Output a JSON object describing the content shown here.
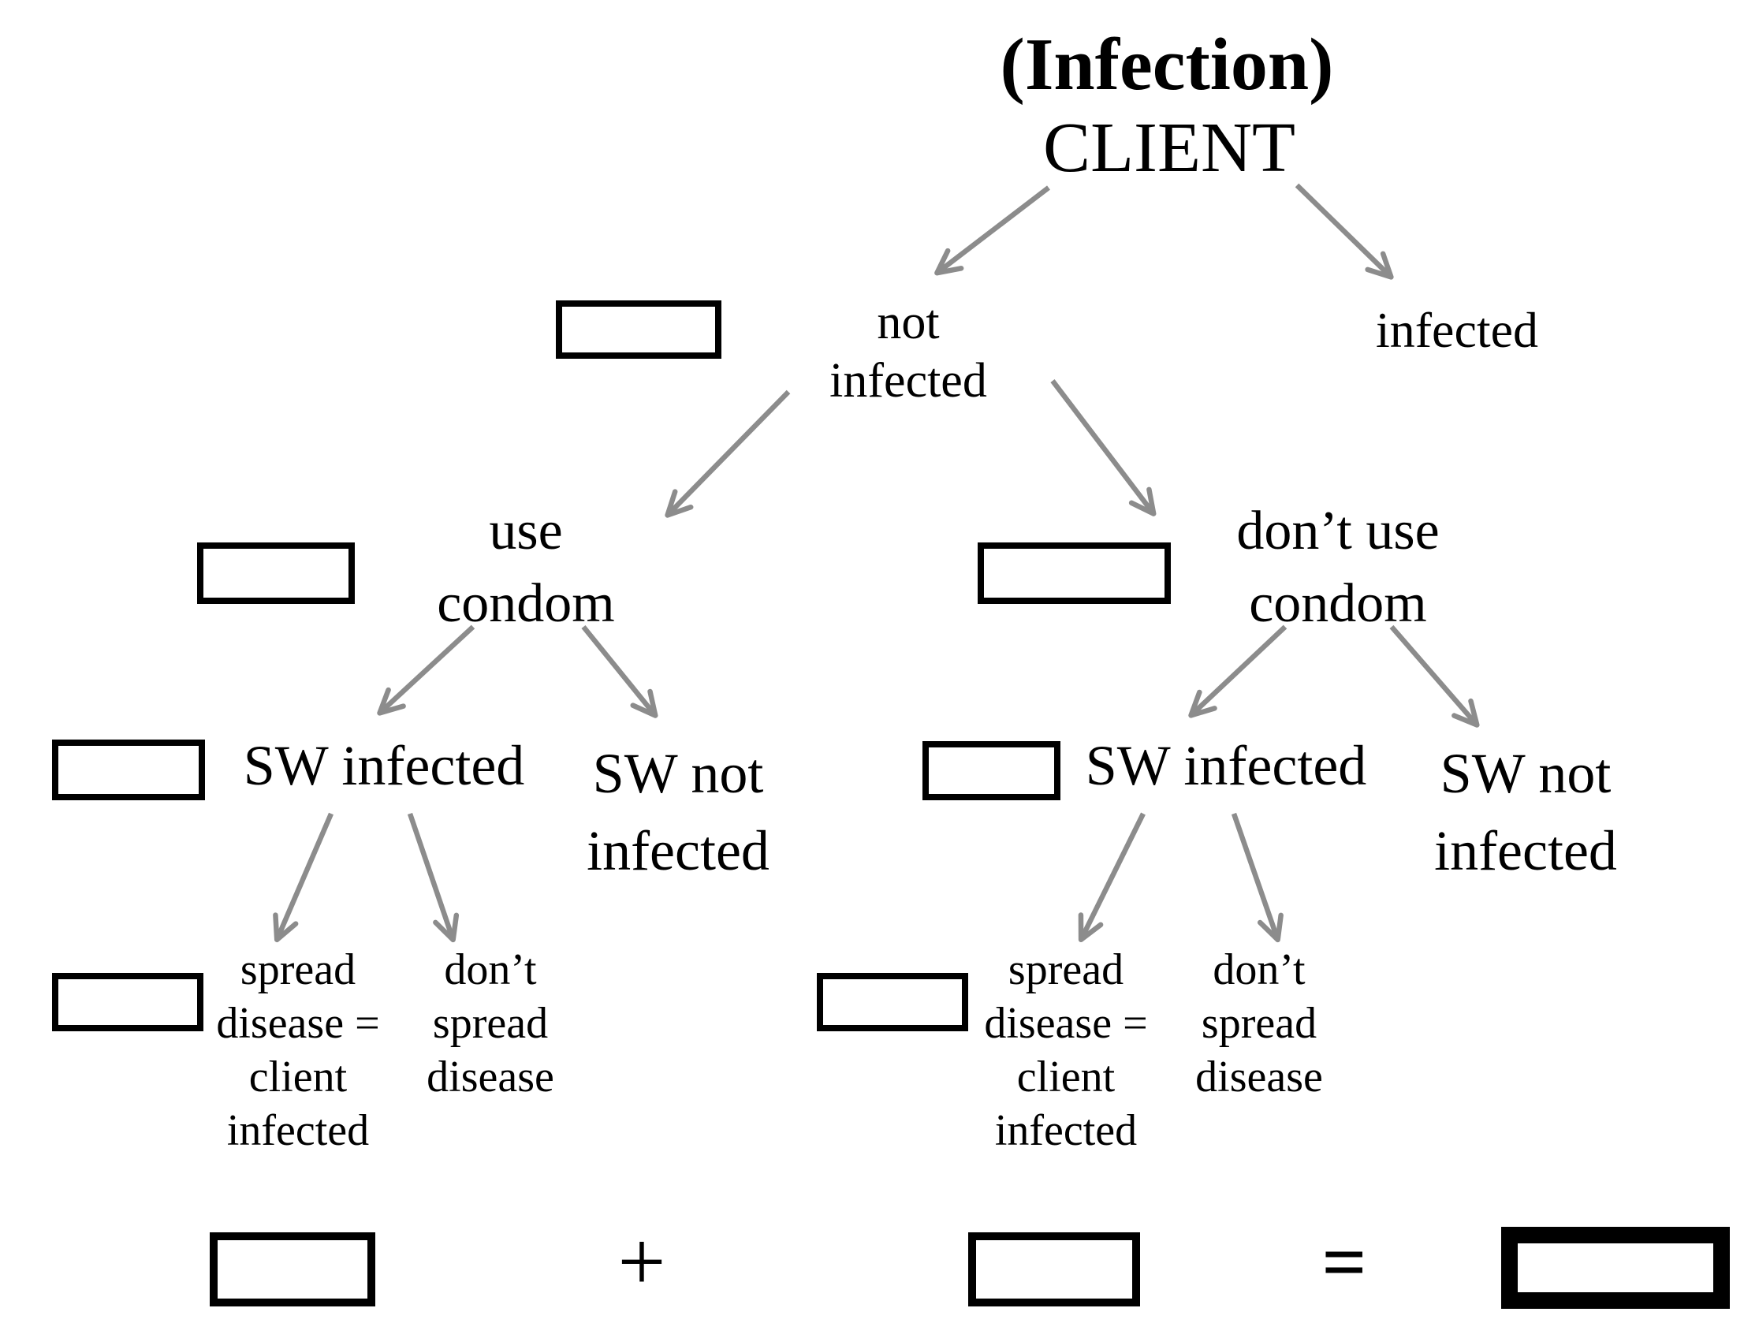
{
  "diagram_title": "(Infection)",
  "colors": {
    "background": "#ffffff",
    "text": "#000000",
    "arrow": "#8c8c8c",
    "box_border": "#000000"
  },
  "nodes": {
    "title": "(Infection)",
    "root": "CLIENT",
    "not_infected": [
      "not",
      "infected"
    ],
    "infected": [
      "infected"
    ],
    "use_condom": [
      "use",
      "condom"
    ],
    "dont_use_condom": [
      "don’t use",
      "condom"
    ],
    "sw_infected_left": [
      "SW infected"
    ],
    "sw_not_infected_left": [
      "SW not",
      "infected"
    ],
    "sw_infected_right": [
      "SW infected"
    ],
    "sw_not_infected_right": [
      "SW not",
      "infected"
    ],
    "spread_left": [
      "spread",
      "disease =",
      "client",
      "infected"
    ],
    "dont_spread_left": [
      "don’t",
      "spread",
      "disease"
    ],
    "spread_right": [
      "spread",
      "disease =",
      "client",
      "infected"
    ],
    "dont_spread_right": [
      "don’t",
      "spread",
      "disease"
    ]
  },
  "equation": {
    "plus": "+",
    "equals": "="
  }
}
